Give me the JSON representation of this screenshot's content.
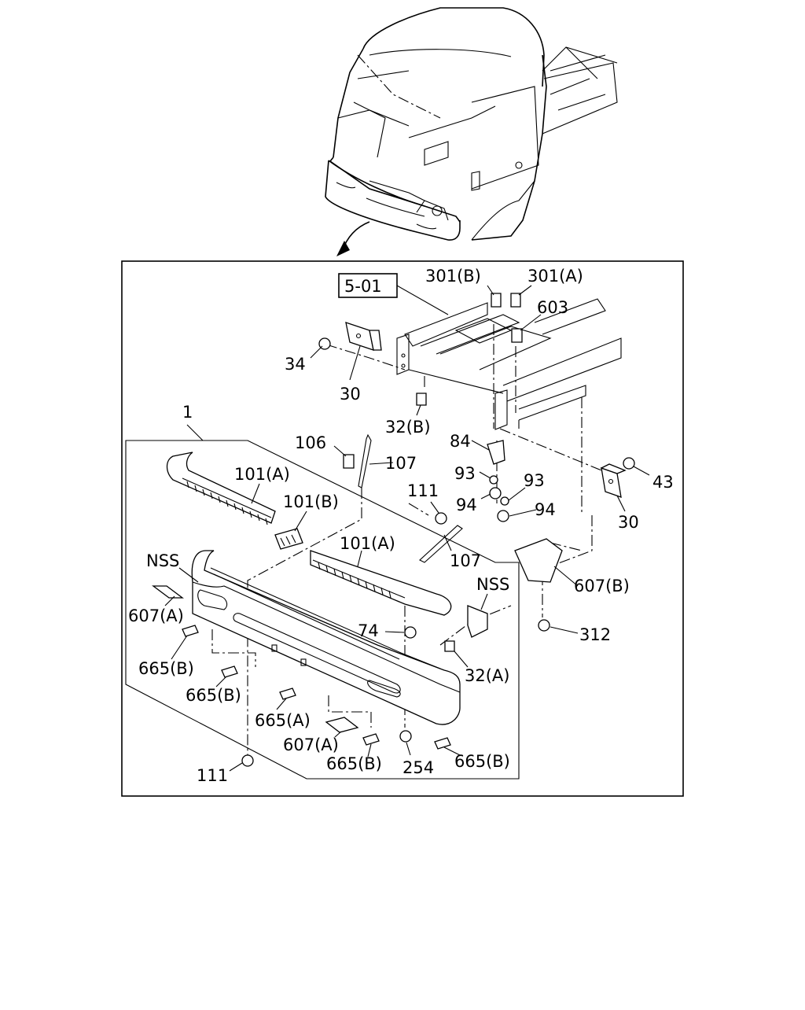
{
  "reference_box": "5-01",
  "labels": {
    "l_301b": "301(B)",
    "l_301a": "301(A)",
    "l_603": "603",
    "l_34": "34",
    "l_30a": "30",
    "l_32b": "32(B)",
    "l_1": "1",
    "l_106": "106",
    "l_107a": "107",
    "l_84": "84",
    "l_93a": "93",
    "l_93b": "93",
    "l_43": "43",
    "l_101a_1": "101(A)",
    "l_101b": "101(B)",
    "l_111a": "111",
    "l_94a": "94",
    "l_94b": "94",
    "l_30b": "30",
    "l_nss_1": "NSS",
    "l_101a_2": "101(A)",
    "l_107b": "107",
    "l_607b": "607(B)",
    "l_607a_1": "607(A)",
    "l_nss_2": "NSS",
    "l_74": "74",
    "l_312": "312",
    "l_665b_1": "665(B)",
    "l_32a": "32(A)",
    "l_665b_2": "665(B)",
    "l_665a": "665(A)",
    "l_607a_2": "607(A)",
    "l_665b_3": "665(B)",
    "l_254": "254",
    "l_665b_4": "665(B)",
    "l_111b": "111"
  }
}
